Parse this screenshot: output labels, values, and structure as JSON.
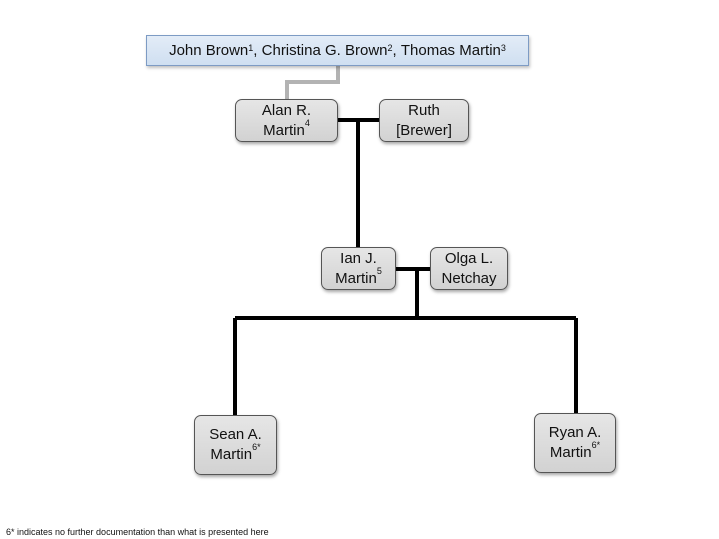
{
  "ancestors": {
    "names": [
      {
        "name": "John Brown",
        "note": "1"
      },
      {
        "name": "Christina G. Brown",
        "note": "2"
      },
      {
        "name": "Thomas Martin",
        "note": "3"
      }
    ],
    "separator": ", "
  },
  "people": {
    "alan": {
      "line1": "Alan R.",
      "line2": "Martin",
      "note": "4"
    },
    "ruth": {
      "line1": "Ruth",
      "line2": "[Brewer]"
    },
    "ian": {
      "line1": "Ian J.",
      "line2": "Martin",
      "note": "5"
    },
    "olga": {
      "line1": "Olga L.",
      "line2": "Netchay"
    },
    "sean": {
      "line1": "Sean A.",
      "line2": "Martin",
      "note": "6*"
    },
    "ryan": {
      "line1": "Ryan A.",
      "line2": "Martin",
      "note": "6*"
    }
  },
  "footnote": "6* indicates no further documentation than what is presented here",
  "colors": {
    "connector": "#000000",
    "ancestor_connector": "#b3b3b3",
    "ancestor_box": "#d6e3f3",
    "person_box": "#dcdcdc"
  }
}
